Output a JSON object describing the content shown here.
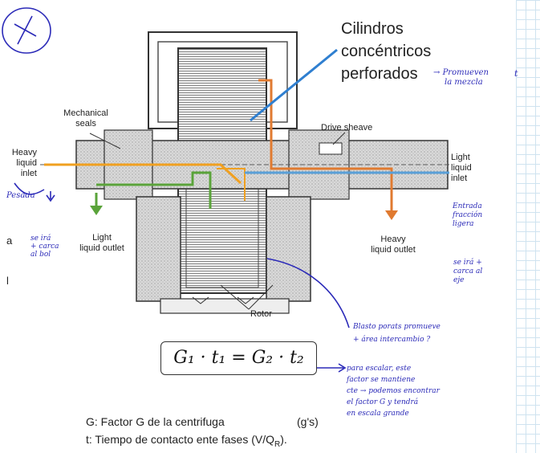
{
  "diagram": {
    "title_lines": [
      "Cilindros",
      "concéntricos",
      "perforados"
    ],
    "labels": {
      "mechanical_seals": [
        "Mechanical",
        "seals"
      ],
      "drive_sheave": "Drive sheave",
      "heavy_inlet": [
        "Heavy",
        "liquid",
        "inlet"
      ],
      "light_inlet": [
        "Light",
        "liquid",
        "inlet"
      ],
      "light_outlet": [
        "Light",
        "liquid outlet"
      ],
      "heavy_outlet": [
        "Heavy",
        "liquid outlet"
      ],
      "rotor": "Rotor"
    }
  },
  "notes": {
    "mezcla": [
      "Promueven",
      "la mezcla"
    ],
    "pesada": "Pesada",
    "carca_bol": [
      "se irá",
      "+ carca",
      "al bol"
    ],
    "entrada": [
      "Entrada",
      "fracción",
      "ligera"
    ],
    "eje": [
      "se irá +",
      "carca al",
      "eje"
    ],
    "blasto": "Blasto porats promueve",
    "area": "+ área intercambio ?",
    "escalar": [
      "para escalar, este",
      "factor se mantiene",
      "cte → podemos encontrar",
      "el factor G y tendrá",
      "en escala grande"
    ],
    "margin_a": "a",
    "margin_l": "l",
    "margin_t": "t"
  },
  "formula": {
    "text": "G₁ · t₁ = G₂ · t₂"
  },
  "definitions": {
    "g_line": "G: Factor G de la centrifuga",
    "g_unit": "(g's)",
    "t_line": "t: Tiempo de contacto ente fases (V/Q",
    "t_sub": "R",
    "t_end": ")."
  },
  "colors": {
    "handwriting": "#2b2ab8",
    "heavy_flow": "#f0a020",
    "light_flow": "#5aa0d8",
    "orange_flow": "#e07a30",
    "green_flow": "#5aa33a",
    "pointer": "#2f7fd0"
  }
}
